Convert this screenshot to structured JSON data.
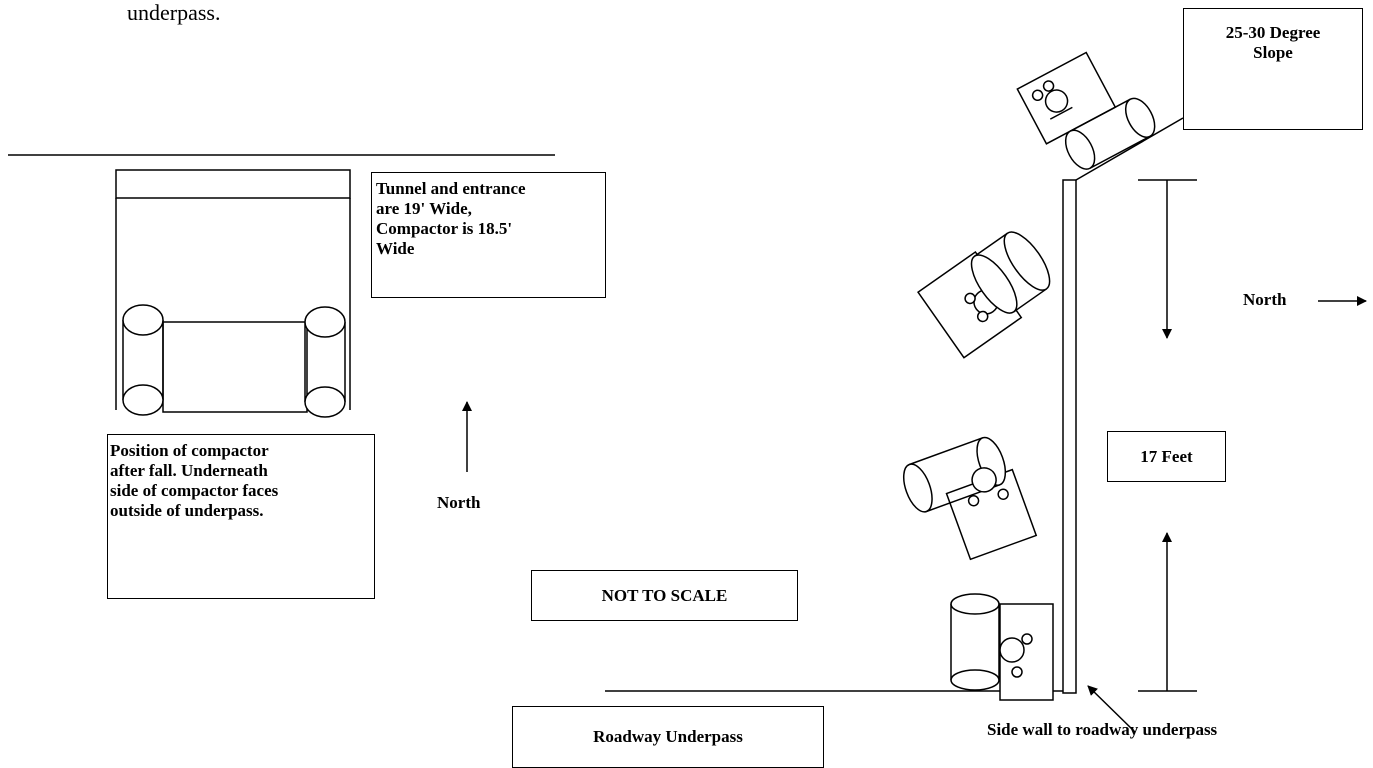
{
  "caption_fragment": "underpass.",
  "labels": {
    "slope": "25-30 Degree\nSlope",
    "tunnel_note": "Tunnel and entrance\nare  19' Wide,\nCompactor  is 18.5'\nWide",
    "north_right": "North",
    "north_up": "North",
    "height_17": "17 Feet",
    "position_note": "Position of compactor\nafter fall.  Underneath\nside of compactor faces\noutside of underpass.",
    "not_to_scale": "NOT TO SCALE",
    "roadway": "Roadway Underpass",
    "side_wall": "Side wall to roadway underpass"
  }
}
